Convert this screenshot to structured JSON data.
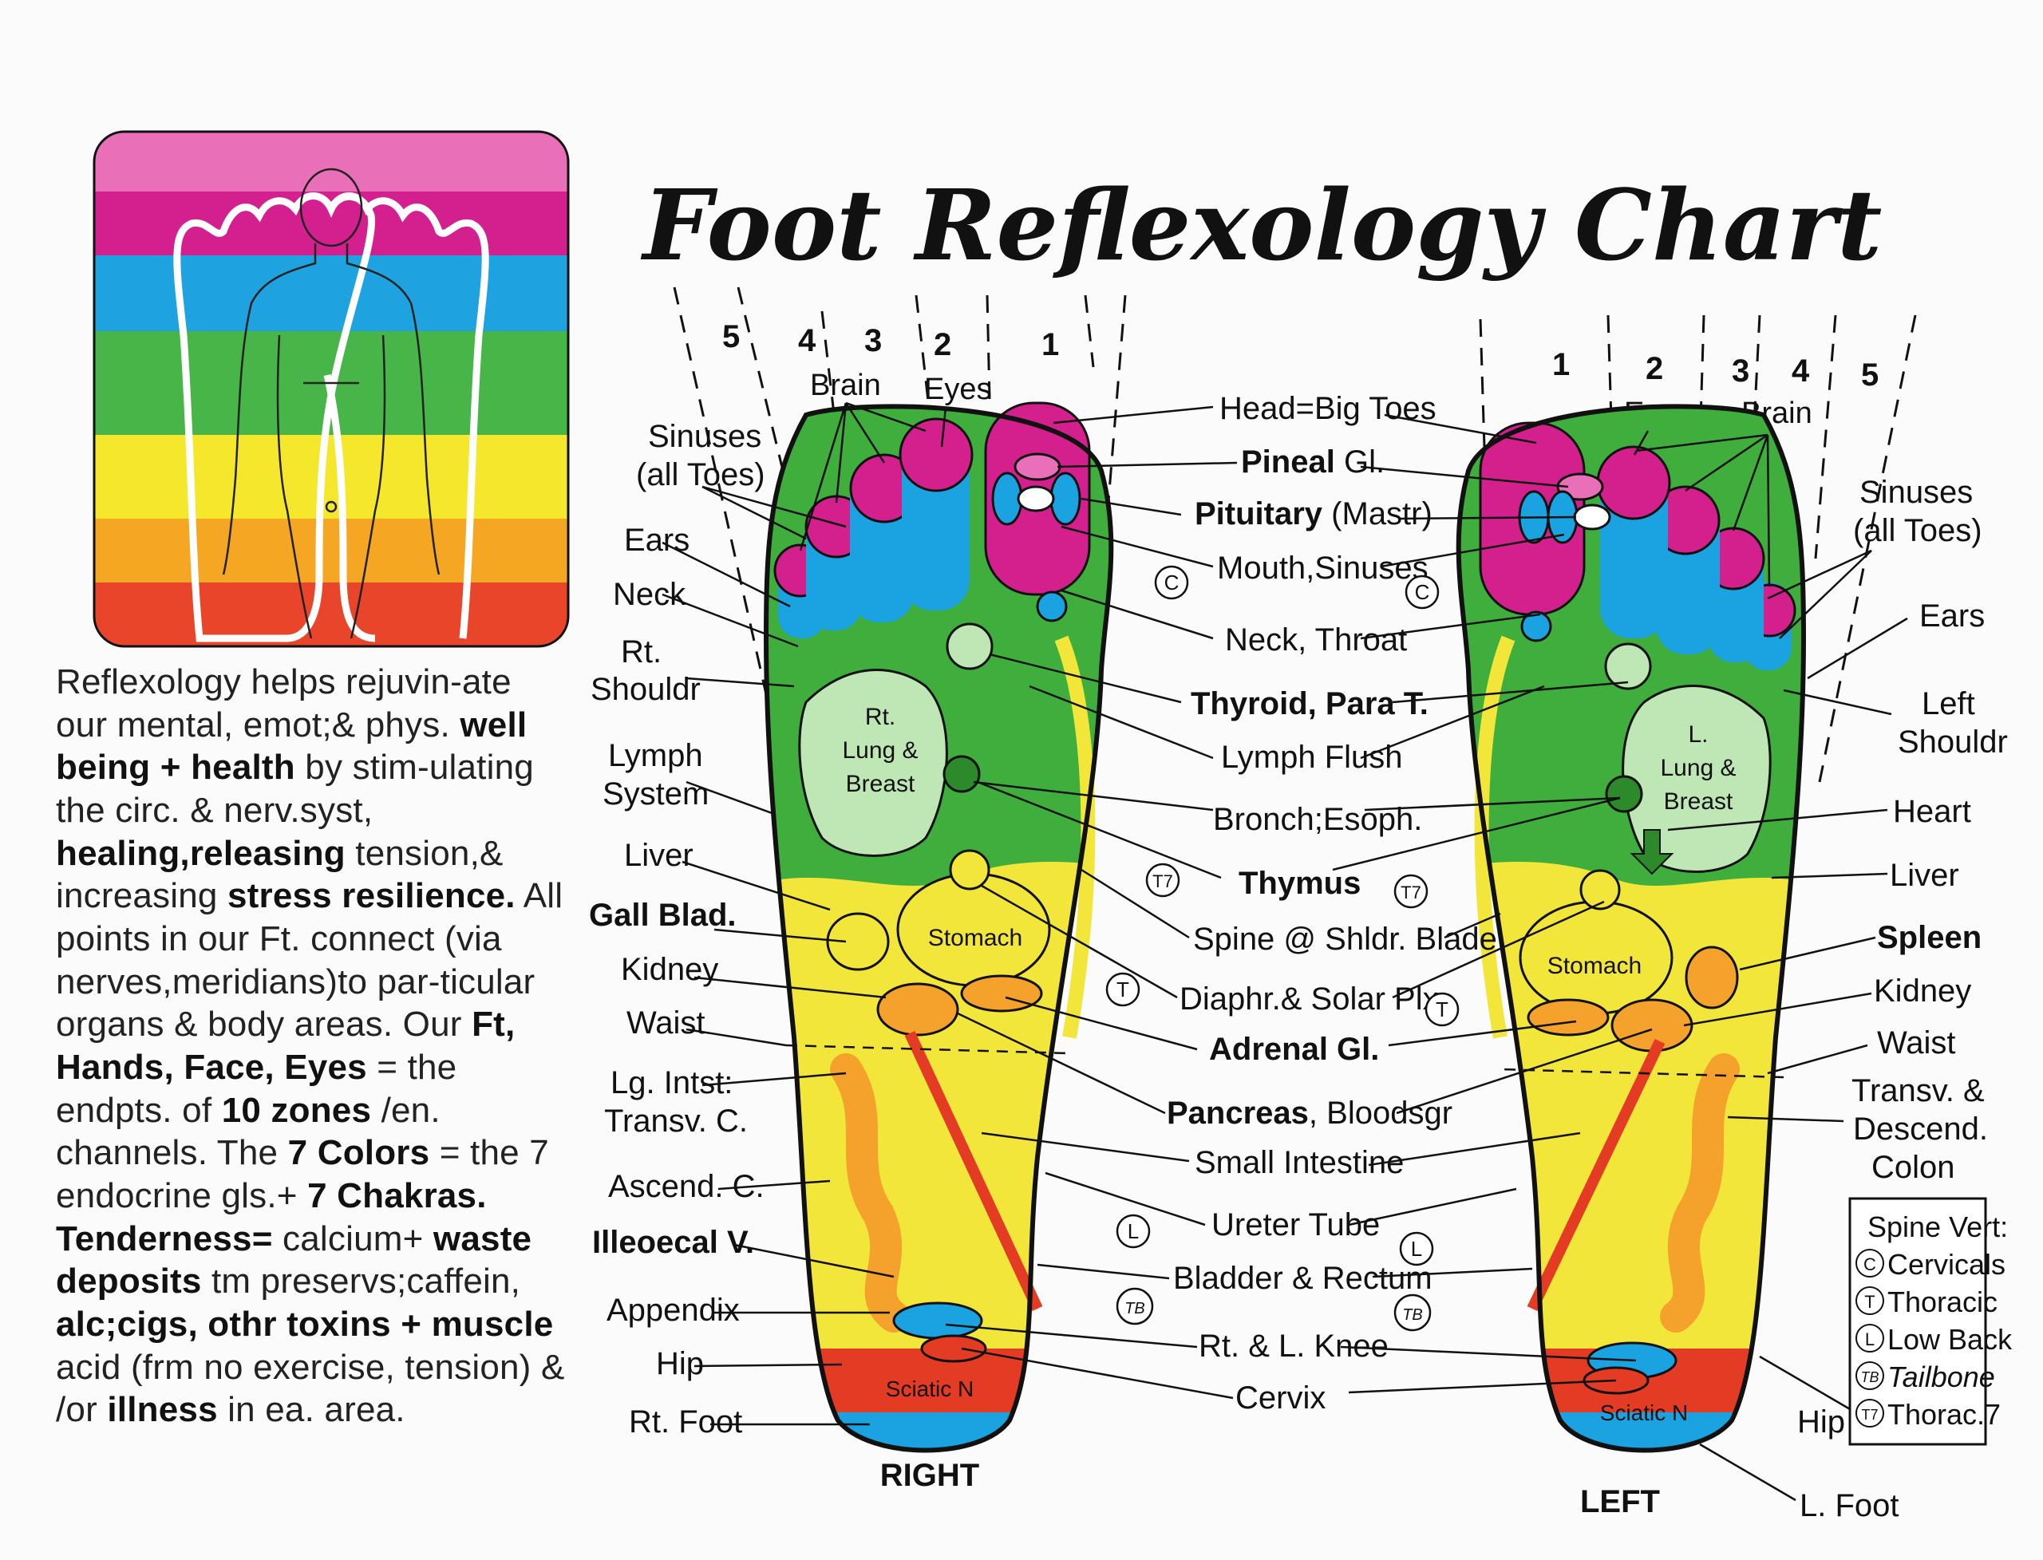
{
  "title": "Foot Reflexology Chart",
  "zones": {
    "right": [
      "5",
      "4",
      "3",
      "2",
      "1"
    ],
    "left": [
      "1",
      "2",
      "3",
      "4",
      "5"
    ]
  },
  "top_labels": {
    "brain": "Brain",
    "eyes": "Eyes"
  },
  "foot_labels": {
    "right": "RIGHT",
    "left": "LEFT"
  },
  "left_side_labels": [
    "Sinuses",
    "(all Toes)",
    "Ears",
    "Neck",
    "Rt.",
    "Shouldr",
    "Lymph",
    "System",
    "Liver",
    "Gall Blad.",
    "Kidney",
    "Waist",
    "Lg. Intst:",
    "Transv. C.",
    "Ascend. C.",
    "Illeoecal V.",
    "Appendix",
    "Hip",
    "Rt. Foot"
  ],
  "center_labels": [
    "Head=Big Toes",
    "Pineal",
    "Gl.",
    "Pituitary",
    "(Mastr)",
    "Mouth,Sinuses",
    "Neck, Throat",
    "Thyroid, Para T.",
    "Lymph Flush",
    "Bronch;Esoph.",
    "Thymus",
    "Spine @ Shldr. Blade",
    "Diaphr.& Solar Plx.",
    "Adrenal Gl.",
    "Pancreas",
    ", Bloodsgr",
    "Small Intestine",
    "Ureter Tube",
    "Bladder & Rectum",
    "Rt. & L. Knee",
    "Cervix"
  ],
  "right_side_labels": [
    "Sinuses",
    "(all Toes)",
    "Ears",
    "Left",
    "Shouldr",
    "Heart",
    "Liver",
    "Spleen",
    "Kidney",
    "Waist",
    "Transv. &",
    "Descend.",
    "Colon",
    "Hip",
    "L. Foot"
  ],
  "foot_inner_labels": {
    "rt_lung": [
      "Rt.",
      "Lung &",
      "Breast"
    ],
    "l_lung": [
      "L.",
      "Lung &",
      "Breast"
    ],
    "stomach": "Stomach",
    "sciatic": "Sciatic N"
  },
  "spine_markers": [
    "C",
    "T7",
    "T",
    "L",
    "TB"
  ],
  "spine_legend": {
    "title": "Spine Vert:",
    "items": [
      {
        "code": "C",
        "label": "Cervicals"
      },
      {
        "code": "T",
        "label": "Thoracic"
      },
      {
        "code": "L",
        "label": "Low Back"
      },
      {
        "code": "TB",
        "label": "Tailbone"
      },
      {
        "code": "T7",
        "label": "Thorac.7"
      }
    ]
  },
  "paragraph": [
    {
      "t": "Reflexology helps rejuvin-ate our mental, emot;& phys. ",
      "b": false
    },
    {
      "t": "well being + health",
      "b": true
    },
    {
      "t": " by stim-ulating the circ. & nerv.syst, ",
      "b": false
    },
    {
      "t": "healing,releasing",
      "b": true
    },
    {
      "t": " tension,& increasing ",
      "b": false
    },
    {
      "t": "stress resilience.",
      "b": true
    },
    {
      "t": " All points in our Ft. connect (via nerves,meridians)to par-ticular organs & body areas. Our ",
      "b": false
    },
    {
      "t": "Ft, Hands, Face, Eyes",
      "b": true
    },
    {
      "t": " = the endpts. of ",
      "b": false
    },
    {
      "t": "10 zones",
      "b": true
    },
    {
      "t": " /en. channels. The ",
      "b": false
    },
    {
      "t": "7 Colors",
      "b": true
    },
    {
      "t": " = the 7 endocrine gls.+ ",
      "b": false
    },
    {
      "t": "7 Chakras.",
      "b": true
    },
    {
      "t": " ",
      "b": false
    },
    {
      "t": "Tenderness=",
      "b": true
    },
    {
      "t": " calcium+ ",
      "b": false
    },
    {
      "t": "waste deposits",
      "b": true
    },
    {
      "t": " tm preservs;caffein, ",
      "b": false
    },
    {
      "t": "alc;cigs, othr toxins + muscle",
      "b": true
    },
    {
      "t": " acid (frm no exercise, tension) & /or ",
      "b": false
    },
    {
      "t": "illness",
      "b": true
    },
    {
      "t": " in ea. area.",
      "b": false
    }
  ],
  "colors": {
    "band_pink": "#e96fb8",
    "band_magenta": "#d41f8f",
    "band_blue": "#1fa3e0",
    "band_green": "#47b548",
    "band_yellow": "#f5e82c",
    "band_orange": "#f5a623",
    "band_red": "#e8452a",
    "foot_green": "#3fae3c",
    "toe_magenta": "#d4208c",
    "blue": "#1aa3e0",
    "yellow": "#f3e63a",
    "orange": "#f4a22b",
    "red": "#e43b24"
  }
}
